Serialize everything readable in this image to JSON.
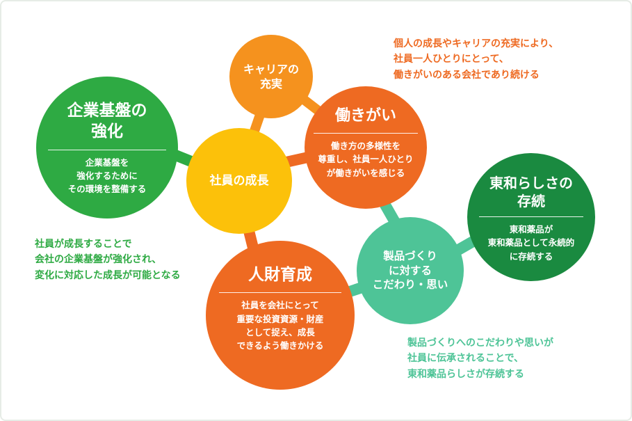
{
  "colors": {
    "green": "#2eaa43",
    "dark_green": "#1a8a40",
    "teal": "#4ec497",
    "yellow": "#fcc10a",
    "orange": "#f5921e",
    "red_orange": "#ee6a22",
    "note_orange": "#ee6a22",
    "note_green": "#2eaa43",
    "note_teal": "#4ec497"
  },
  "nodes": {
    "kigyo": {
      "title": "企業基盤の\n強化",
      "desc": "企業基盤を\n強化するために\nその環境を整備する"
    },
    "career": {
      "title": "キャリアの\n充実"
    },
    "hatarakigai": {
      "title": "働きがい",
      "desc": "働き方の多様性を\n尊重し、社員一人ひとり\nが働きがいを感じる"
    },
    "seicho": {
      "title": "社員の成長"
    },
    "towa": {
      "title": "東和らしさの\n存続",
      "desc": "東和薬品が\n東和薬品として永続的\nに存続する"
    },
    "seihin": {
      "title": "製品づくり\nに対する\nこだわり・思い"
    },
    "jinzai": {
      "title": "人財育成",
      "desc": "社員を会社にとって\n重要な投資資源・財産\nとして捉え、成長\nできるよう働きかける"
    }
  },
  "notes": {
    "top_right": "個人の成長やキャリアの充実により、\n社員一人ひとりにとって、\n働きがいのある会社であり続ける",
    "left": "社員が成長することで\n会社の企業基盤が強化され、\n変化に対応した成長が可能となる",
    "bottom_right": "製品づくりへのこだわりや思いが\n社員に伝承されることで、\n東和薬品らしさが存続する"
  }
}
